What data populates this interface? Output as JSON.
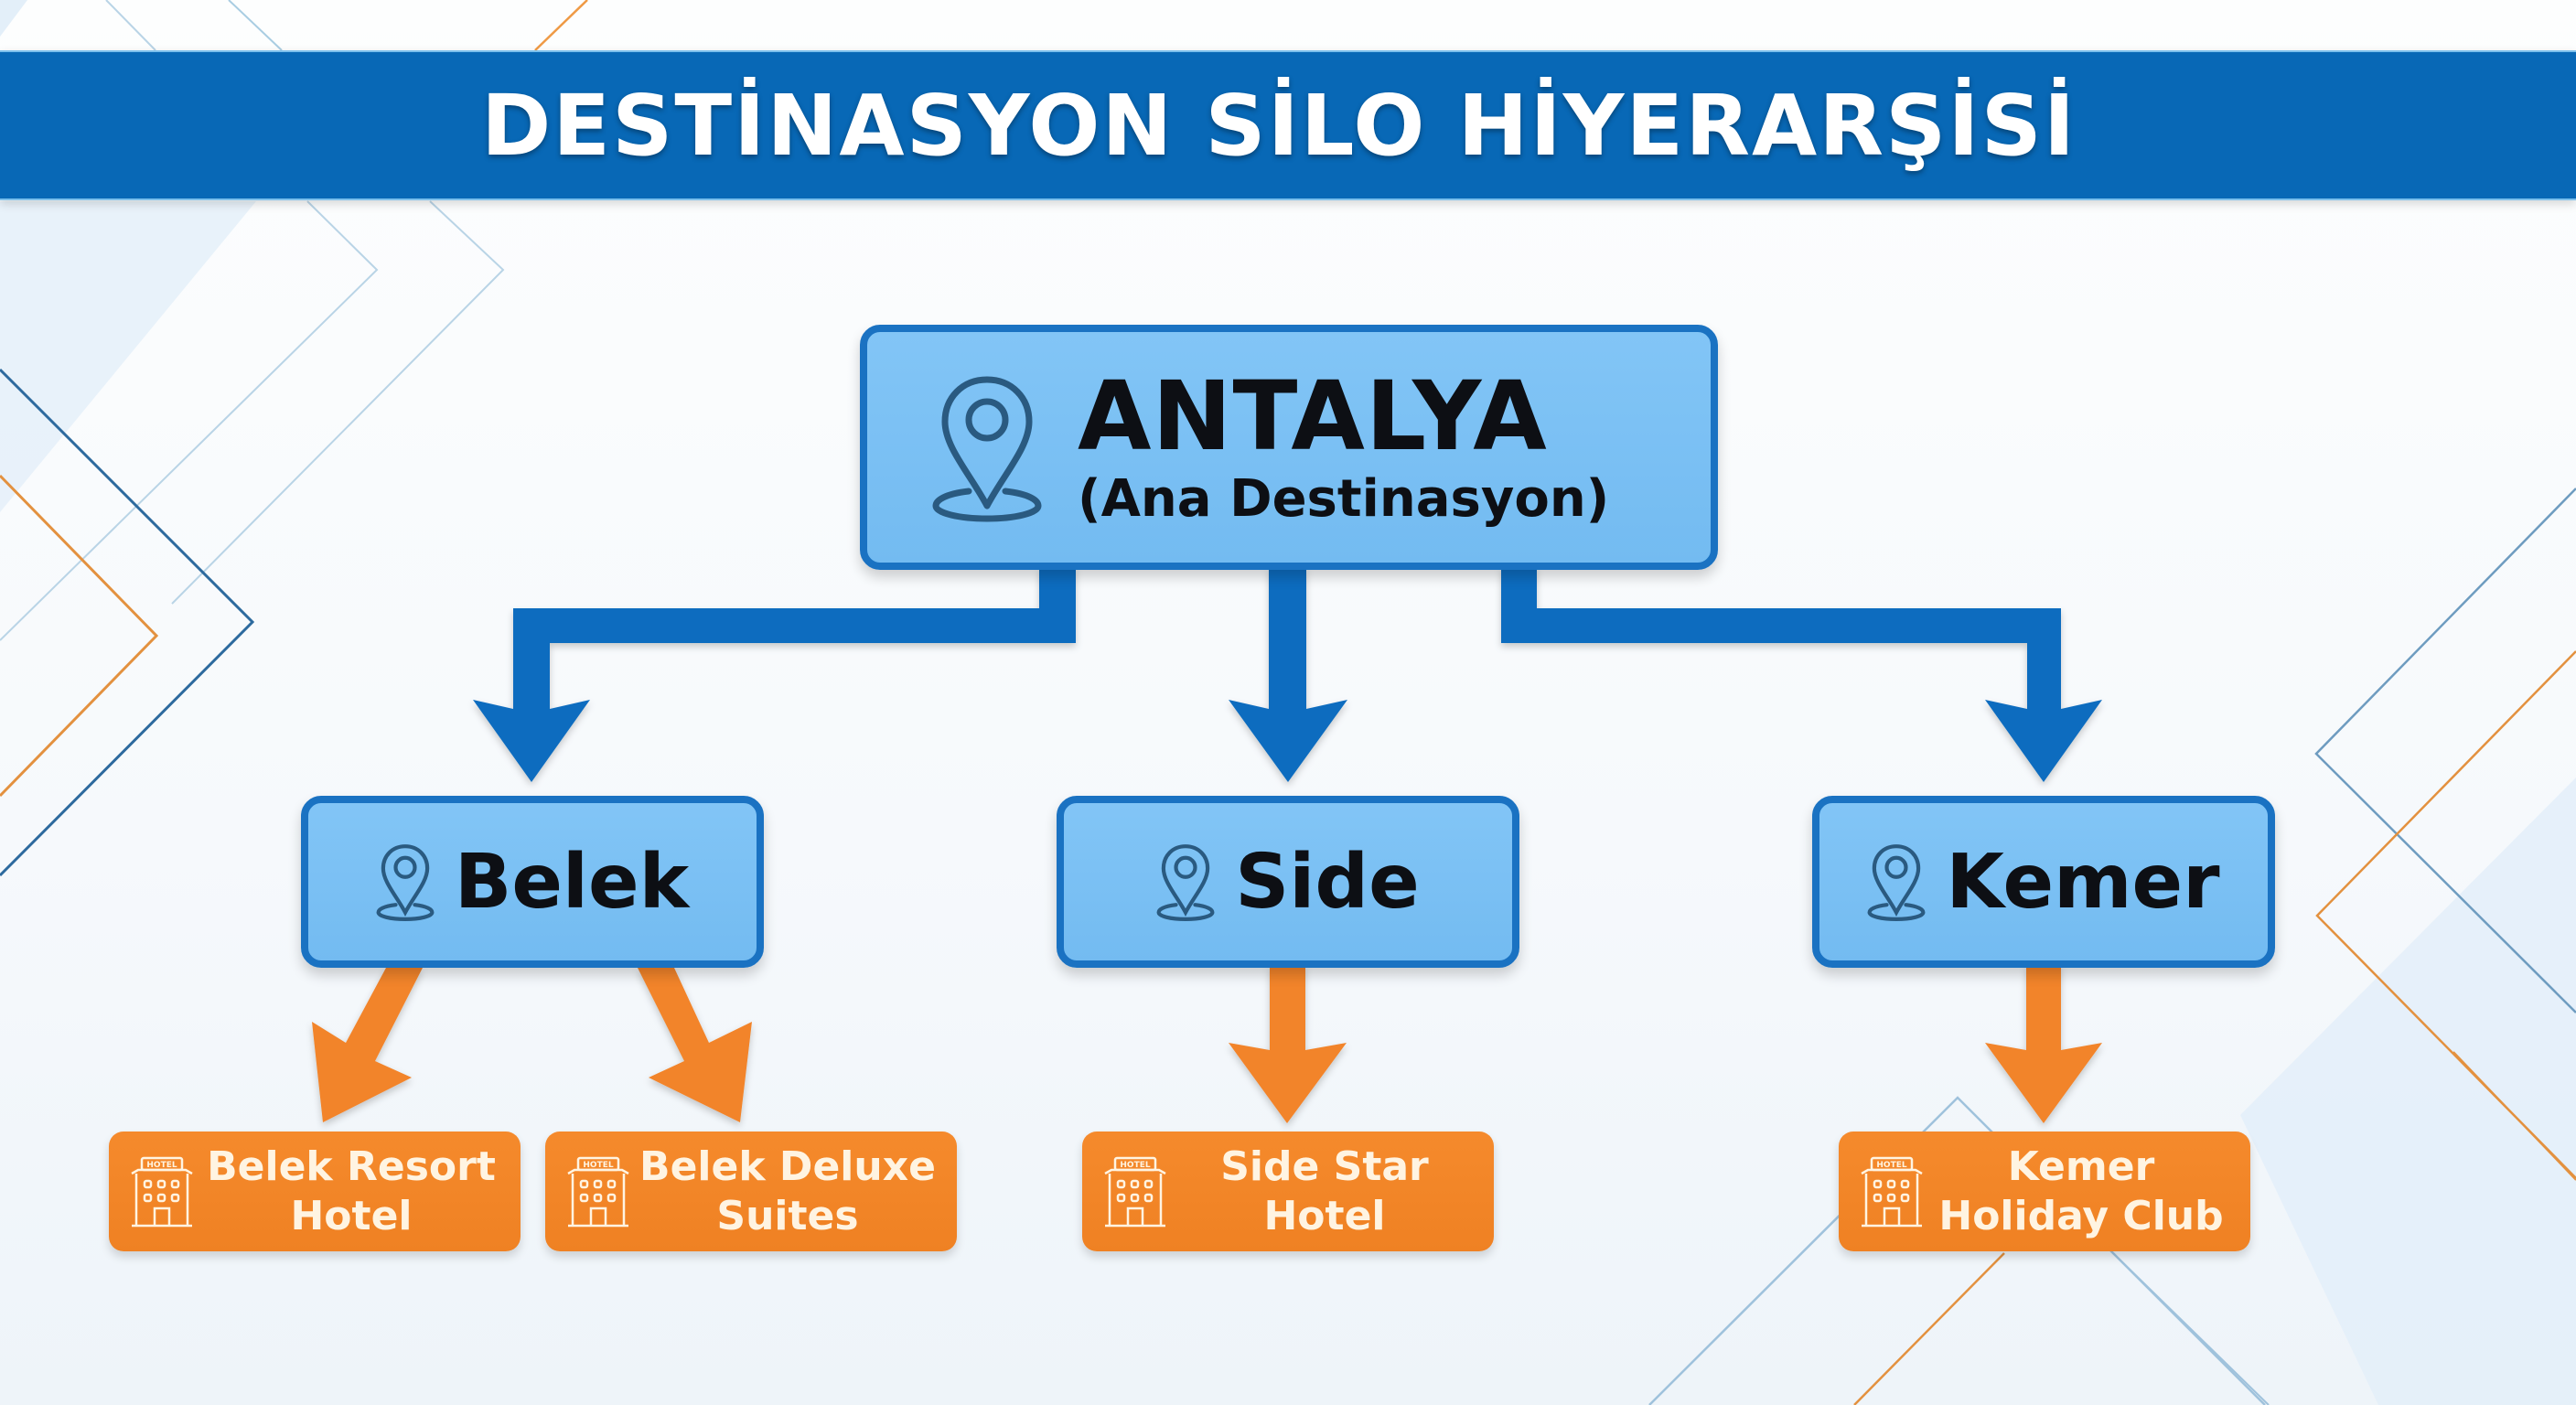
{
  "title": "DESTİNASYON SİLO HİYERARŞİSİ",
  "colors": {
    "title_bar": "#0868b6",
    "connector_blue": "#0d6cbf",
    "box_blue_fill": "#7cc0f4",
    "box_blue_border": "#1a72c2",
    "hotel_orange": "#f2842a",
    "hotel_text": "#fff4e2",
    "icon_stroke": "#2a5a80"
  },
  "root": {
    "name": "ANTALYA",
    "subtitle": "(Ana Destinasyon)",
    "icon": "map-pin-icon"
  },
  "destinations": [
    {
      "name": "Belek",
      "icon": "map-pin-icon",
      "hotels": [
        {
          "line1": "Belek Resort",
          "line2": "Hotel",
          "icon": "hotel-building-icon"
        },
        {
          "line1": "Belek Deluxe",
          "line2": "Suites",
          "icon": "hotel-building-icon"
        }
      ]
    },
    {
      "name": "Side",
      "icon": "map-pin-icon",
      "hotels": [
        {
          "line1": "Side Star",
          "line2": "Hotel",
          "icon": "hotel-building-icon"
        }
      ]
    },
    {
      "name": "Kemer",
      "icon": "map-pin-icon",
      "hotels": [
        {
          "line1": "Kemer",
          "line2": "Holiday Club",
          "icon": "hotel-building-icon"
        }
      ]
    }
  ],
  "hotel_icon_sign": "HOTEL"
}
